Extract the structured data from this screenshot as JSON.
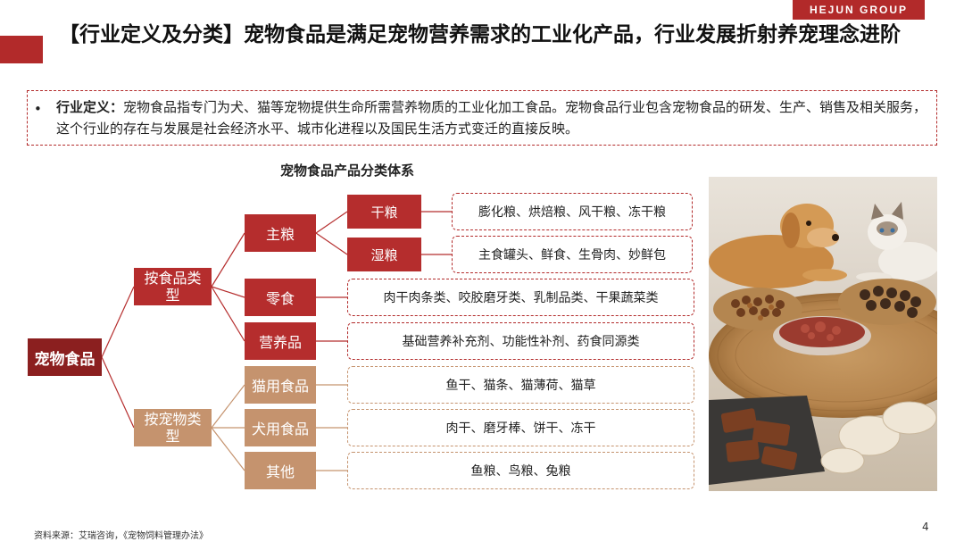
{
  "brand": "HEJUN GROUP",
  "title": "【行业定义及分类】宠物食品是满足宠物营养需求的工业化产品，行业发展折射养宠理念进阶",
  "definition": {
    "bullet": "•",
    "label": "行业定义：",
    "text": "宠物食品指专门为犬、猫等宠物提供生命所需营养物质的工业化加工食品。宠物食品行业包含宠物食品的研发、生产、销售及相关服务，这个行业的存在与发展是社会经济水平、城市化进程以及国民生活方式变迁的直接反映。"
  },
  "diagram": {
    "title": "宠物食品产品分类体系",
    "root": "宠物食品",
    "by_food_type": {
      "label": "按食品类型",
      "main_food": {
        "label": "主粮",
        "dry": {
          "label": "干粮",
          "detail": "膨化粮、烘焙粮、风干粮、冻干粮"
        },
        "wet": {
          "label": "湿粮",
          "detail": "主食罐头、鲜食、生骨肉、妙鲜包"
        }
      },
      "snacks": {
        "label": "零食",
        "detail": "肉干肉条类、咬胶磨牙类、乳制品类、干果蔬菜类"
      },
      "nutrition": {
        "label": "营养品",
        "detail": "基础营养补充剂、功能性补剂、药食同源类"
      }
    },
    "by_pet_type": {
      "label": "按宠物类型",
      "cat": {
        "label": "猫用食品",
        "detail": "鱼干、猫条、猫薄荷、猫草"
      },
      "dog": {
        "label": "犬用食品",
        "detail": "肉干、磨牙棒、饼干、冻干"
      },
      "other": {
        "label": "其他",
        "detail": "鱼粮、鸟粮、兔粮"
      }
    }
  },
  "colors": {
    "accent": "#b22a2a",
    "dark_red": "#8b1f1f",
    "tan": "#c5936e"
  },
  "source": "资料来源：艾瑞咨询，《宠物饲料管理办法》",
  "page_number": "4"
}
